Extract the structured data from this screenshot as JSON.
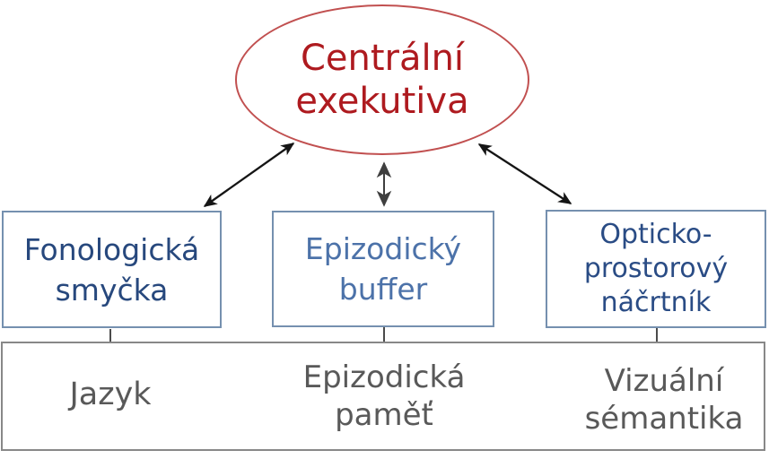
{
  "title": "Model pracovní paměti (diagram)",
  "colors": {
    "ellipse-stroke": "#c15050",
    "ellipse-text": "#ae1a1f",
    "box-border": "#7590af",
    "box1-text": "#27487d",
    "box2-text": "#4c72a9",
    "box3-text": "#2a4c85",
    "bottom-border": "#888888",
    "bottom-text": "#595959",
    "arrow": "#151515",
    "arrow-mid": "#3f3f3f"
  },
  "nodes": {
    "central": {
      "lines": [
        "Centrální",
        "exekutiva"
      ]
    },
    "phonological_loop": {
      "lines": [
        "Fonologická",
        "smyčka"
      ]
    },
    "episodic_buffer": {
      "lines": [
        "Epizodický",
        "buffer"
      ]
    },
    "visuospatial_sketchpad": {
      "lines": [
        "Opticko-",
        "prostorový",
        "náčrtník"
      ]
    },
    "language": {
      "lines": [
        "Jazyk"
      ]
    },
    "episodic_memory": {
      "lines": [
        "Epizodická",
        "paměť"
      ]
    },
    "visual_semantics": {
      "lines": [
        "Vizuální",
        "sémantika"
      ]
    }
  },
  "connections": [
    "Centrální exekutiva ↔ Fonologická smyčka",
    "Centrální exekutiva ↔ Epizodický buffer",
    "Centrální exekutiva ↔ Opticko-prostorový náčrtník",
    "Fonologická smyčka — Jazyk",
    "Epizodický buffer — Epizodická paměť",
    "Opticko-prostorový náčrtník — Vizuální sémantika",
    "Jazyk ↔ Epizodická paměť",
    "Epizodická paměť ↔ Vizuální sémantika"
  ]
}
